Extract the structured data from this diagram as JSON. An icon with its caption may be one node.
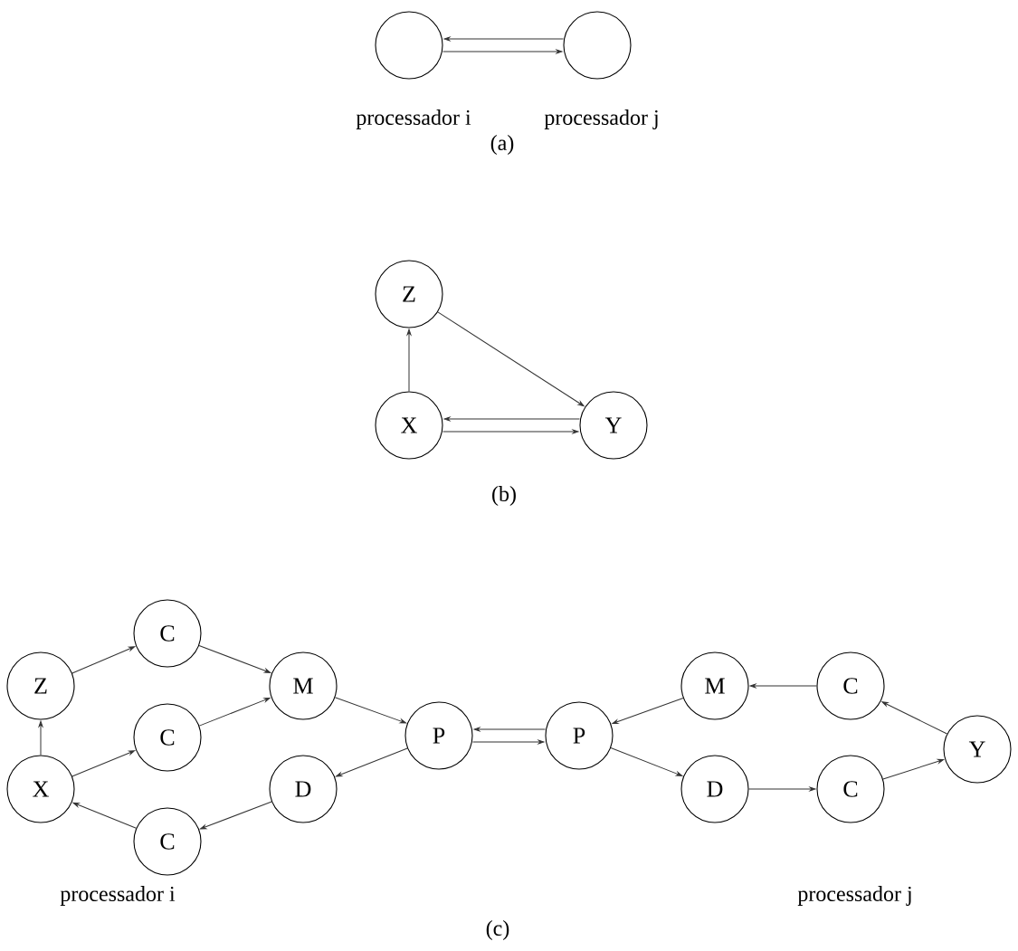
{
  "diagram": {
    "nodes": [
      {
        "text": [],
        "shape": "circle",
        "beside": [
          "processador i"
        ]
      },
      {
        "text": [],
        "shape": "circle",
        "beside": [
          "processador j"
        ]
      },
      {
        "text": [
          "Z"
        ]
      },
      {
        "text": [
          "X"
        ]
      },
      {
        "text": [
          "Y"
        ]
      },
      {
        "text": [
          "Z"
        ]
      },
      {
        "text": [
          "C"
        ]
      },
      {
        "text": [
          "C"
        ]
      },
      {
        "text": [
          "X"
        ]
      },
      {
        "text": [
          "C"
        ]
      },
      {
        "text": [
          "M"
        ]
      },
      {
        "text": [
          "D"
        ]
      },
      {
        "text": [
          "P"
        ]
      },
      {
        "text": [
          "P"
        ]
      },
      {
        "text": [
          "M"
        ]
      },
      {
        "text": [
          "D"
        ]
      },
      {
        "text": [
          "C"
        ]
      },
      {
        "text": [
          "C"
        ]
      },
      {
        "text": [
          "Y"
        ]
      }
    ],
    "edges": [
      {
        "from": 1,
        "to": 0,
        "arrow": "to"
      },
      {
        "from": 0,
        "to": 1,
        "arrow": "to"
      },
      {
        "from": 3,
        "to": 2,
        "arrow": "to"
      },
      {
        "from": 2,
        "to": 4,
        "arrow": "to"
      },
      {
        "from": 4,
        "to": 3,
        "arrow": "to"
      },
      {
        "from": 3,
        "to": 4,
        "arrow": "to"
      },
      {
        "from": 8,
        "to": 5,
        "arrow": "to"
      },
      {
        "from": 5,
        "to": 6,
        "arrow": "to"
      },
      {
        "from": 8,
        "to": 7,
        "arrow": "to"
      },
      {
        "from": 6,
        "to": 10,
        "arrow": "to"
      },
      {
        "from": 7,
        "to": 10,
        "arrow": "to"
      },
      {
        "from": 10,
        "to": 12,
        "arrow": "to"
      },
      {
        "from": 12,
        "to": 11,
        "arrow": "to"
      },
      {
        "from": 11,
        "to": 9,
        "arrow": "to"
      },
      {
        "from": 9,
        "to": 8,
        "arrow": "to"
      },
      {
        "from": 13,
        "to": 12,
        "arrow": "to"
      },
      {
        "from": 12,
        "to": 13,
        "arrow": "to"
      },
      {
        "from": 14,
        "to": 13,
        "arrow": "to"
      },
      {
        "from": 13,
        "to": 15,
        "arrow": "to"
      },
      {
        "from": 15,
        "to": 17,
        "arrow": "to"
      },
      {
        "from": 17,
        "to": 18,
        "arrow": "to"
      },
      {
        "from": 18,
        "to": 16,
        "arrow": "to"
      },
      {
        "from": 16,
        "to": 14,
        "arrow": "to"
      }
    ],
    "labels": [
      "(a)",
      "(b)",
      "processador i",
      "processador j",
      "(c)"
    ]
  }
}
